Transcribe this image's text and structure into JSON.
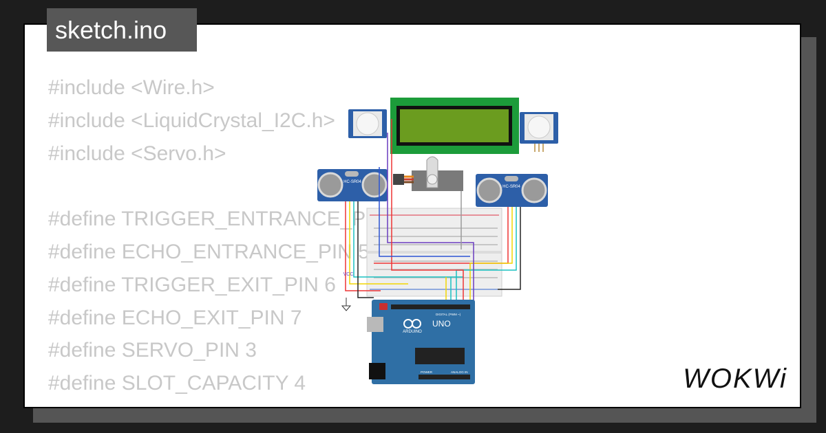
{
  "file_tab": {
    "label": "sketch.ino"
  },
  "code_lines": [
    "#include <Wire.h>",
    "#include <LiquidCrystal_I2C.h>",
    "#include <Servo.h>",
    "",
    "#define TRIGGER_ENTRANCE_PIN 4",
    "#define ECHO_ENTRANCE_PIN 5",
    "#define TRIGGER_EXIT_PIN 6",
    "#define ECHO_EXIT_PIN 7",
    "#define SERVO_PIN 3",
    "#define SLOT_CAPACITY 4"
  ],
  "circuit": {
    "ultrasonic_label": "HC-SR04",
    "board_label": "UNO",
    "board_brand": "ARDUINO",
    "vcc_label": "VCC",
    "digital_label": "DIGITAL (PWM ~)",
    "power_label": "POWER",
    "analog_label": "ANALOG IN"
  },
  "brand": {
    "name": "WOKWi"
  },
  "colors": {
    "background": "#1d1d1d",
    "card": "#ffffff",
    "tab": "#575757",
    "code_text": "#c8c8c8",
    "arduino_blue": "#2f6fa5",
    "lcd_green": "#1c9c3a",
    "lcd_screen": "#6b9c1f",
    "sensor_blue": "#2d5fa8"
  }
}
